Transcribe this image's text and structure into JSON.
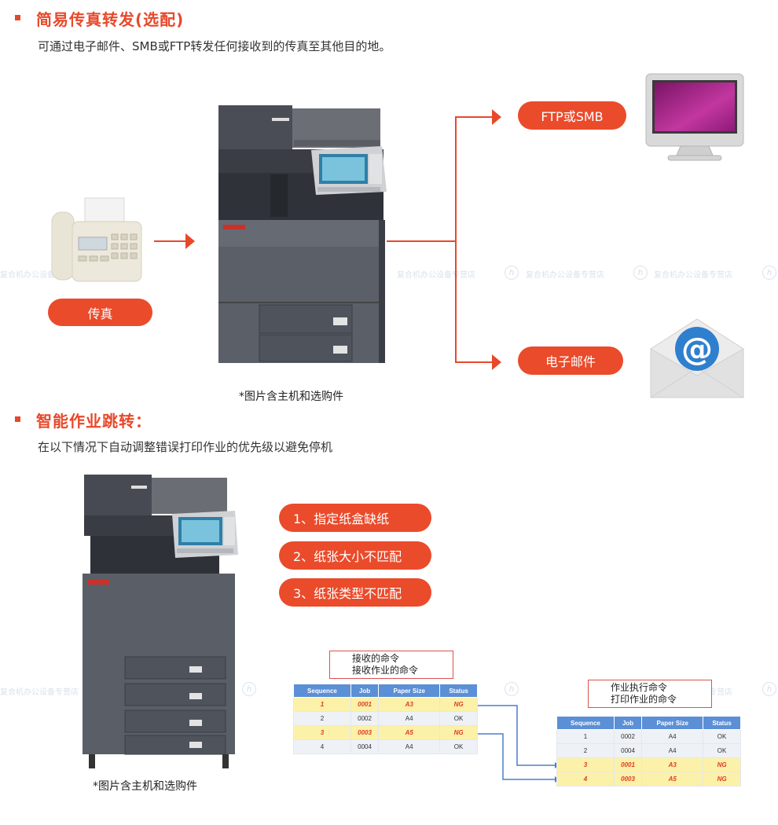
{
  "section1": {
    "title": "简易传真转发(选配)",
    "desc": "可通过电子邮件、SMB或FTP转发任何接收到的传真至其他目的地。",
    "fax_label": "传真",
    "ftp_label": "FTP或SMB",
    "email_label": "电子邮件",
    "caption": "*图片含主机和选购件"
  },
  "section2": {
    "title": "智能作业跳转：",
    "desc": "在以下情况下自动调整错误打印作业的优先级以避免停机",
    "conditions": [
      "1、指定纸盒缺纸",
      "2、纸张大小不匹配",
      "3、纸张类型不匹配"
    ],
    "caption": "*图片含主机和选购件",
    "received_box": [
      "接收的命令",
      "接收作业的命令"
    ],
    "executed_box": [
      "作业执行命令",
      "打印作业的命令"
    ],
    "table_headers": [
      "Sequence",
      "Job",
      "Paper Size",
      "Status"
    ],
    "received_rows": [
      [
        "1",
        "0001",
        "A3",
        "NG"
      ],
      [
        "2",
        "0002",
        "A4",
        "OK"
      ],
      [
        "3",
        "0003",
        "A5",
        "NG"
      ],
      [
        "4",
        "0004",
        "A4",
        "OK"
      ]
    ],
    "executed_rows": [
      [
        "1",
        "0002",
        "A4",
        "OK"
      ],
      [
        "2",
        "0004",
        "A4",
        "OK"
      ],
      [
        "3",
        "0001",
        "A3",
        "NG"
      ],
      [
        "4",
        "0003",
        "A5",
        "NG"
      ]
    ]
  },
  "watermark": "复合机办公设备专营店",
  "colors": {
    "accent": "#ea4b2b",
    "table_header": "#5b8fd6",
    "ng_row": "#fbf1a8"
  },
  "icons": [
    "fax-machine-icon",
    "printer-icon",
    "monitor-icon",
    "email-envelope-icon",
    "arrow-right-icon"
  ]
}
